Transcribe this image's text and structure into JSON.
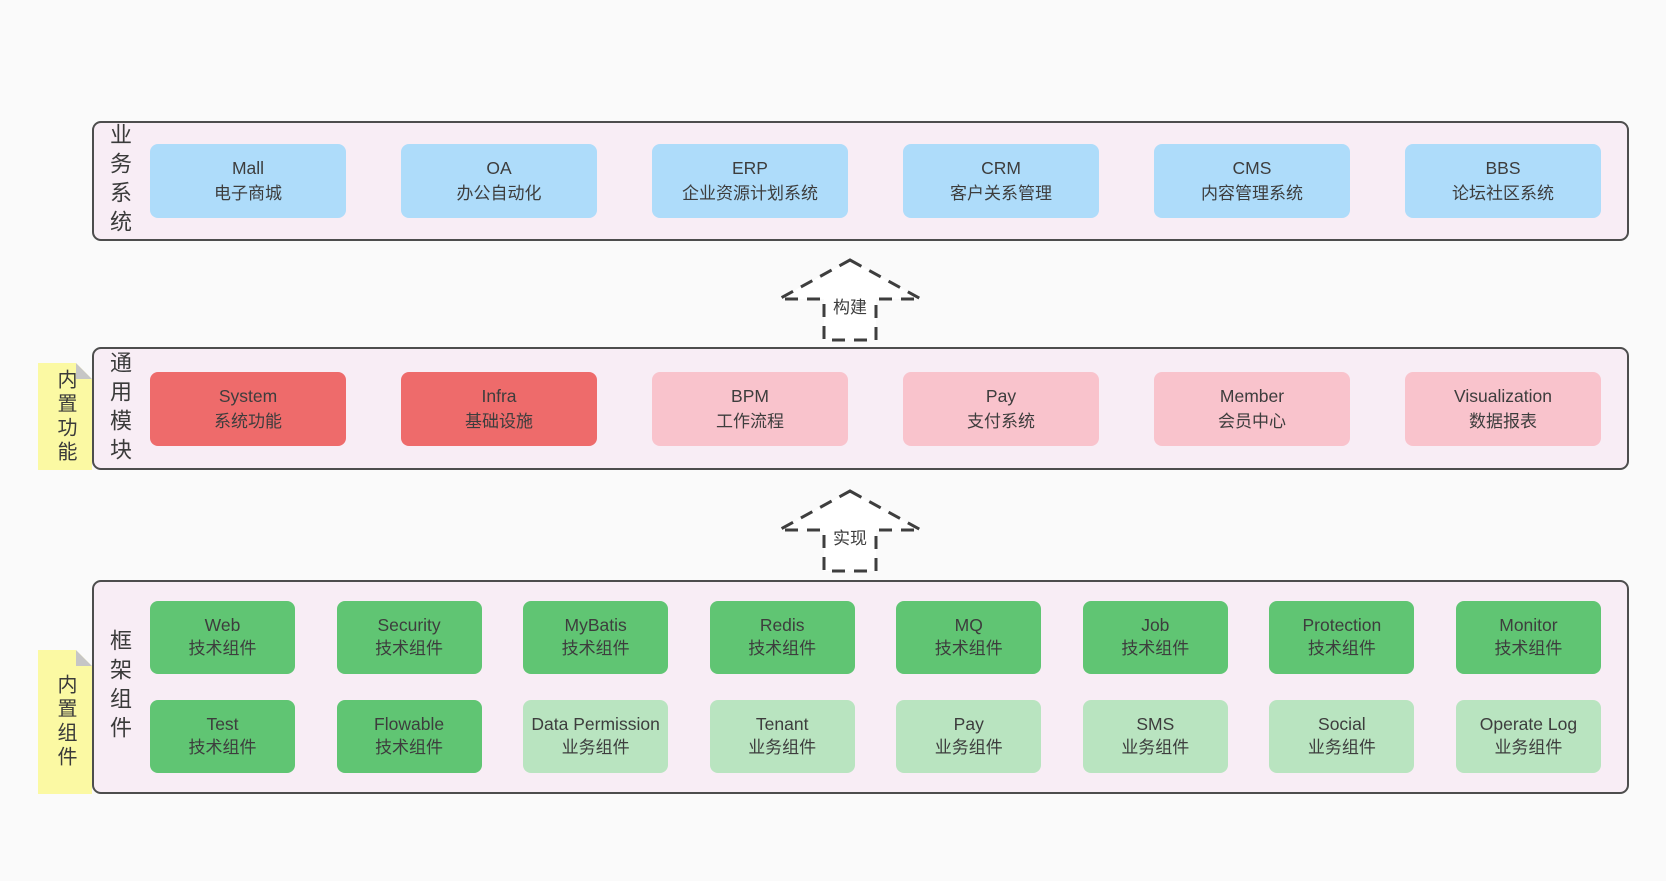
{
  "colors": {
    "page_bg": "#fafafa",
    "panel_bg": "#f8edf5",
    "panel_border": "#4d4d4d",
    "blue": "#aedcfa",
    "red": "#ee6b6b",
    "pink": "#f9c3cc",
    "green_dark": "#60c573",
    "green_light": "#b9e4c0",
    "note_yellow": "#fbf9a3",
    "text": "#3d3d3d"
  },
  "arrows": [
    {
      "label": "构建"
    },
    {
      "label": "实现"
    }
  ],
  "notes": [
    {
      "label": "内置功能"
    },
    {
      "label": "内置组件"
    }
  ],
  "layers": [
    {
      "label": "业务系统",
      "boxes": [
        {
          "name": "Mall",
          "desc": "电子商城"
        },
        {
          "name": "OA",
          "desc": "办公自动化"
        },
        {
          "name": "ERP",
          "desc": "企业资源计划系统"
        },
        {
          "name": "CRM",
          "desc": "客户关系管理"
        },
        {
          "name": "CMS",
          "desc": "内容管理系统"
        },
        {
          "name": "BBS",
          "desc": "论坛社区系统"
        }
      ]
    },
    {
      "label": "通用模块",
      "boxes": [
        {
          "name": "System",
          "desc": "系统功能"
        },
        {
          "name": "Infra",
          "desc": "基础设施"
        },
        {
          "name": "BPM",
          "desc": "工作流程"
        },
        {
          "name": "Pay",
          "desc": "支付系统"
        },
        {
          "name": "Member",
          "desc": "会员中心"
        },
        {
          "name": "Visualization",
          "desc": "数据报表"
        }
      ]
    },
    {
      "label": "框架组件",
      "row1": [
        {
          "name": "Web",
          "desc": "技术组件"
        },
        {
          "name": "Security",
          "desc": "技术组件"
        },
        {
          "name": "MyBatis",
          "desc": "技术组件"
        },
        {
          "name": "Redis",
          "desc": "技术组件"
        },
        {
          "name": "MQ",
          "desc": "技术组件"
        },
        {
          "name": "Job",
          "desc": "技术组件"
        },
        {
          "name": "Protection",
          "desc": "技术组件"
        },
        {
          "name": "Monitor",
          "desc": "技术组件"
        }
      ],
      "row2": [
        {
          "name": "Test",
          "desc": "技术组件"
        },
        {
          "name": "Flowable",
          "desc": "技术组件"
        },
        {
          "name": "Data Permission",
          "desc": "业务组件"
        },
        {
          "name": "Tenant",
          "desc": "业务组件"
        },
        {
          "name": "Pay",
          "desc": "业务组件"
        },
        {
          "name": "SMS",
          "desc": "业务组件"
        },
        {
          "name": "Social",
          "desc": "业务组件"
        },
        {
          "name": "Operate Log",
          "desc": "业务组件"
        }
      ]
    }
  ]
}
